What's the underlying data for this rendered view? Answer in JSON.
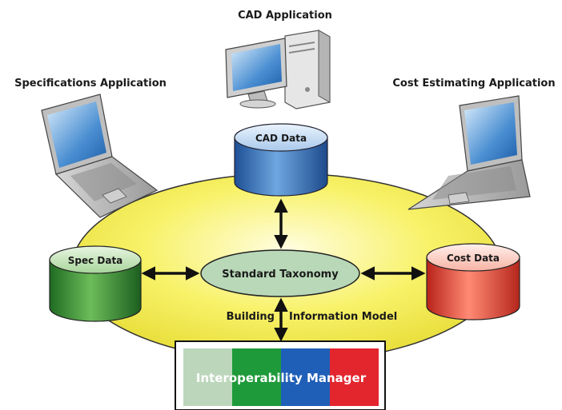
{
  "applications": {
    "cad": "CAD Application",
    "specifications": "Specifications Application",
    "cost_estimating": "Cost Estimating Application"
  },
  "data_stores": {
    "cad": "CAD Data",
    "spec": "Spec Data",
    "cost": "Cost Data"
  },
  "center": {
    "taxonomy": "Standard Taxonomy",
    "model_left": "Building",
    "model_right": "Information Model"
  },
  "manager": {
    "label": "Interoperability Manager",
    "colors": [
      "#bcd6bc",
      "#1f9a3a",
      "#1f5fb8",
      "#e3262e"
    ]
  },
  "colors": {
    "ellipse": "#f7f25c",
    "cad_cylinder": "#3d7fc4",
    "spec_cylinder": "#3a9a3a",
    "cost_cylinder": "#e85a4a",
    "taxonomy_fill": "#b8d8b8"
  }
}
